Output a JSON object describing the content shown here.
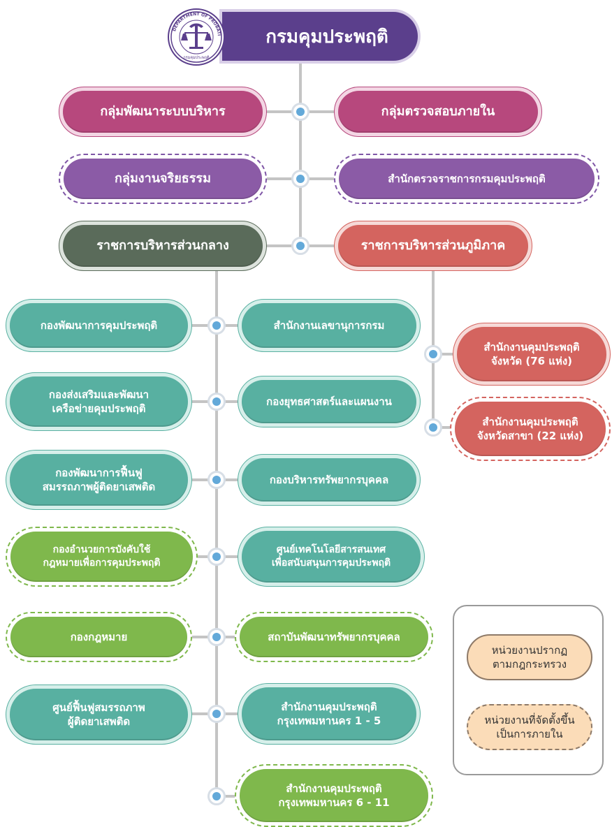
{
  "title": "กรมคุมประพฤติ",
  "logo": {
    "ring_text": "DEPARTMENT OF PROBATION",
    "bottom_text": "กรมคุมประพฤติ"
  },
  "top_units": {
    "left": [
      "กลุ่มพัฒนาระบบบริหาร",
      "กลุ่มงานจริยธรรม"
    ],
    "right": [
      "กลุ่มตรวจสอบภายใน",
      "สำนักตรวจราชการกรมคุมประพฤติ"
    ]
  },
  "branches": {
    "central": "ราชการบริหารส่วนกลาง",
    "regional": "ราชการบริหารส่วนภูมิภาค"
  },
  "central_left": [
    "กองพัฒนาการคุมประพฤติ",
    "กองส่งเสริมและพัฒนา\nเครือข่ายคุมประพฤติ",
    "กองพัฒนาการฟื้นฟู\nสมรรถภาพผู้ติดยาเสพติด",
    "กองอำนวยการบังคับใช้\nกฎหมายเพื่อการคุมประพฤติ",
    "กองกฎหมาย",
    "ศูนย์ฟื้นฟูสมรรถภาพ\nผู้ติดยาเสพติด"
  ],
  "central_right": [
    "สำนักงานเลขานุการกรม",
    "กองยุทธศาสตร์และแผนงาน",
    "กองบริหารทรัพยากรบุคคล",
    "ศูนย์เทคโนโลยีสารสนเทศ\nเพื่อสนับสนุนการคุมประพฤติ",
    "สถาบันพัฒนาทรัพยากรบุคคล",
    "สำนักงานคุมประพฤติ\nกรุงเทพมหานคร 1 - 5",
    "สำนักงานคุมประพฤติ\nกรุงเทพมหานคร 6 - 11"
  ],
  "regional": [
    "สำนักงานคุมประพฤติ\nจังหวัด (76 แห่ง)",
    "สำนักงานคุมประพฤติ\nจังหวัดสาขา (22 แห่ง)"
  ],
  "legend": {
    "solid": "หน่วยงานปรากฏ\nตามกฎกระทรวง",
    "dashed": "หน่วยงานที่จัดตั้งขึ้น\nเป็นการภายใน"
  },
  "colors": {
    "connector": "#c4c4c4",
    "dot": "#63a9d9",
    "title_bg": "#5b3f8c",
    "legend_fill": "#fbdcb8"
  }
}
